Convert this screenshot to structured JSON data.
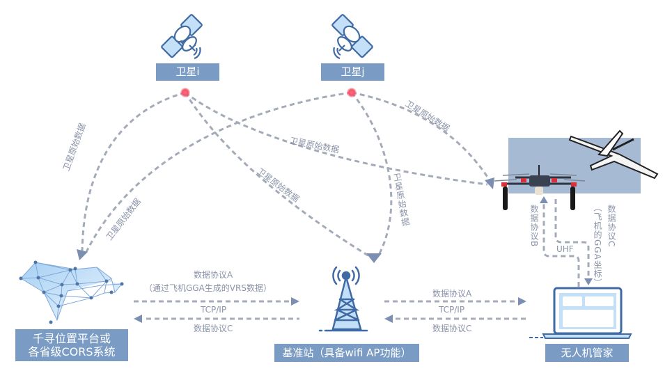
{
  "title": "千寻位置 RTK 数据传输示意图",
  "colors": {
    "label_box": "#7a9bc4",
    "dash_line": "#a4abb8",
    "arrow": "#7d8fb0",
    "text": "#8a93a8",
    "sat_dot": "#f2556a",
    "icon_stroke": "#3f6aa3",
    "icon_fill": "#bcdcf7",
    "drone_panel": "#a7bad4"
  },
  "nodes": {
    "sat_i": {
      "label": "卫星i",
      "icon": "satellite-icon"
    },
    "sat_j": {
      "label": "卫星j",
      "icon": "satellite-icon"
    },
    "cors": {
      "label_line1": "千寻位置平台或",
      "label_line2": "各省级CORS系统",
      "icon": "network-mesh-icon"
    },
    "base": {
      "label": "基准站（具备wifi AP功能）",
      "icon": "radio-tower-icon"
    },
    "manager": {
      "label": "无人机管家",
      "icon": "laptop-icon"
    },
    "drones": {
      "icon": "drone-icon"
    }
  },
  "edges": {
    "sat_i_to_cors": "卫星原始数据",
    "sat_j_to_cors": "卫星原始数据",
    "sat_i_to_drone": "卫星原始数据",
    "sat_i_to_base": "卫星原始数据",
    "sat_j_to_base": "卫星原始数据",
    "sat_j_to_drone": "卫星原始数据",
    "cors_base": {
      "top1": "数据协议A",
      "top2": "（通过飞机GGA生成的VRS数据）",
      "middle": "TCP/IP",
      "bottom": "数据协议C"
    },
    "base_manager": {
      "top": "数据协议A",
      "middle": "TCP/IP",
      "bottom": "数据协议C"
    },
    "manager_drone": {
      "left": "数据协议B",
      "middle": "UHF",
      "right_a": "数据协议C",
      "right_b": "（飞机的GGA坐标）"
    }
  }
}
